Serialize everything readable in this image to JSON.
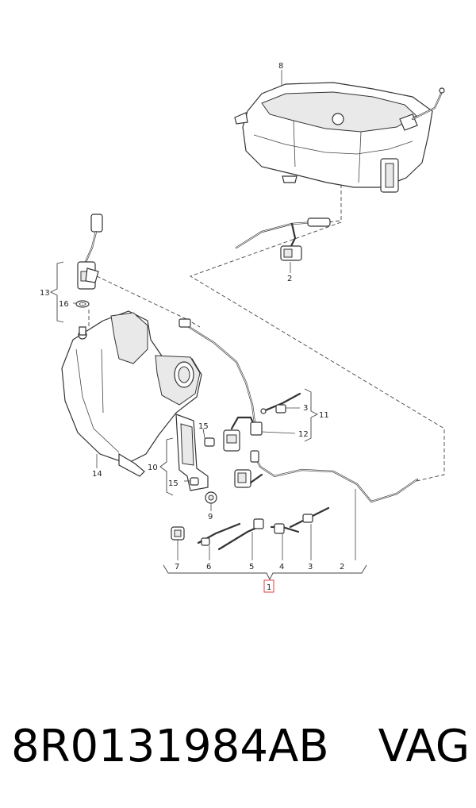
{
  "callouts": {
    "c1": "1",
    "c2a": "2",
    "c2b": "2",
    "c3a": "3",
    "c3b": "3",
    "c4": "4",
    "c5": "5",
    "c6": "6",
    "c7": "7",
    "c8": "8",
    "c9": "9",
    "c10": "10",
    "c11": "11",
    "c12": "12",
    "c13": "13",
    "c14": "14",
    "c15a": "15",
    "c15b": "15",
    "c16": "16"
  },
  "caption": {
    "part_number": "8R0131984AB",
    "brand": "VAG"
  }
}
